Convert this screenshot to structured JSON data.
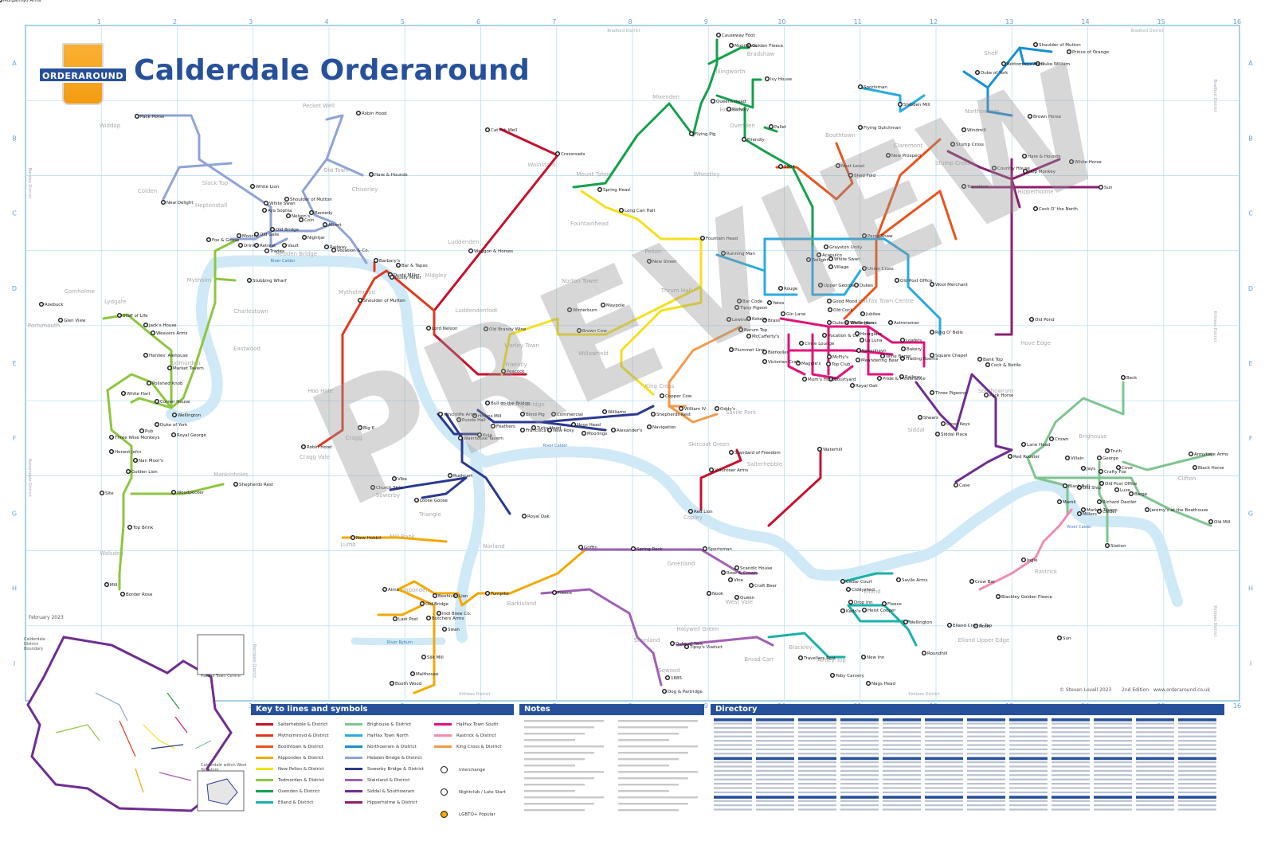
{
  "title": "Calderdale Orderaround",
  "logo_text": "ORDERAROUND",
  "watermark": "PREVIEW",
  "date": "February 2023",
  "credit": "© Steven Lovell 2023",
  "edition": "2nd Edition",
  "website": "www.orderaround.co.uk",
  "grid": {
    "cols": [
      "1",
      "2",
      "3",
      "4",
      "5",
      "6",
      "7",
      "8",
      "9",
      "10",
      "11",
      "12",
      "13",
      "14",
      "15",
      "16"
    ],
    "rows": [
      "A",
      "B",
      "C",
      "D",
      "E",
      "F",
      "G",
      "H",
      "I"
    ]
  },
  "border_labels": {
    "top_left": "Bradford District",
    "top_right": "Bradford District",
    "left_upper": "Burnley District",
    "left_lower": "Rossendale District",
    "right_upper": "Bradford District",
    "right_mid": "Kirklees District",
    "right_lower": "Kirklees District",
    "bottom_left": "Kirklees District",
    "bottom_right": "Kirklees District",
    "inner": "Rochdale District"
  },
  "rivers": [
    "River Calder",
    "River Calder",
    "River Calder",
    "River Ryburn"
  ],
  "areas": [
    "Widdop",
    "Colden",
    "Slack Top",
    "Heptonstall",
    "Pecket Well",
    "Old Town",
    "Chiserley",
    "Hebden Bridge",
    "Mytholm",
    "Charlestown",
    "Eastwood",
    "Cornholme",
    "Lydgate",
    "Portsmouth",
    "Todmorden",
    "Hoo Hole",
    "Cragg",
    "Cragg Vale",
    "Mytholmroyd",
    "Midgley",
    "Luddenden",
    "Luddendenfoot",
    "Mount Tabor",
    "Wainstalls",
    "Fountainhead",
    "Norton Tower",
    "Warley Town",
    "Willowfield",
    "Friendly",
    "Sowerby Bridge",
    "Sowerby",
    "Triangle",
    "Norland",
    "Mill Bank",
    "Lumb",
    "Ripponden",
    "Barkisland",
    "Greetland",
    "West Vale",
    "Holywell Green",
    "Stainland",
    "Sowood",
    "Broad Carr",
    "Mixenden",
    "Illingworth",
    "Holmfield",
    "Ovenden",
    "Bradshaw",
    "Boothtown",
    "Wheatley",
    "Claremont",
    "Northowram",
    "Shelf",
    "Stump Cross",
    "Hipperholme",
    "Hove Edge",
    "Brighouse",
    "Clifton",
    "Rastrick",
    "Elland",
    "Elland Upper Edge",
    "Blackley",
    "Ainley Top",
    "Southowram",
    "Siddal",
    "Skircoat Green",
    "Salterhebble",
    "Savile Park",
    "Copley",
    "Halifax Town Centre",
    "King Cross",
    "Pellon",
    "Mankinholes",
    "Walsden",
    "Thrum Hall"
  ],
  "key_title": "Key to lines and symbols",
  "key_items": [
    {
      "label": "Salterhebble & District",
      "color": "#c8102e"
    },
    {
      "label": "Mytholmroyd & District",
      "color": "#e03a1e"
    },
    {
      "label": "Boothtown & District",
      "color": "#e8541c"
    },
    {
      "label": "Ripponden & District",
      "color": "#f2a900"
    },
    {
      "label": "New Pellon & District",
      "color": "#f4e01c"
    },
    {
      "label": "Todmorden & District",
      "color": "#8dc63f"
    },
    {
      "label": "Ovenden & District",
      "color": "#14a04b"
    },
    {
      "label": "Elland & District",
      "color": "#1ab0a8"
    },
    {
      "label": "Brighouse & District",
      "color": "#7fc48f"
    },
    {
      "label": "Halifax Town North",
      "color": "#2aa9e0"
    },
    {
      "label": "Northowram & District",
      "color": "#1a8fd6"
    },
    {
      "label": "Hebden Bridge & District",
      "color": "#8fa3d6"
    },
    {
      "label": "Sowerby Bridge & District",
      "color": "#2b3990"
    },
    {
      "label": "Stainland & District",
      "color": "#a05fb4"
    },
    {
      "label": "Siddal & Southowram",
      "color": "#6f2c91"
    },
    {
      "label": "Hipperholme & District",
      "color": "#8b1f6e"
    },
    {
      "label": "Halifax Town South",
      "color": "#e0137a"
    },
    {
      "label": "Rastrick & District",
      "color": "#f08cb4"
    },
    {
      "label": "King Cross & District",
      "color": "#f29a4a"
    },
    {
      "label": "Interchange",
      "color": "#000000"
    },
    {
      "label": "Nightclub / Late Start",
      "color": "#000000"
    },
    {
      "label": "LGBTQ+ Popular",
      "color": "#000000"
    }
  ],
  "notes_title": "Notes",
  "directory_title": "Directory",
  "inset": {
    "district_label": "Calderdale District Boundary",
    "town_label": "Halifax Town Centre",
    "wy_label": "Calderdale within West Yorkshire"
  },
  "stations": [
    {
      "name": "Causeway Foot"
    },
    {
      "name": "Golden Fleece"
    },
    {
      "name": "Moorlands"
    },
    {
      "name": "Ivy House"
    },
    {
      "name": "Queens Head"
    },
    {
      "name": "Railway"
    },
    {
      "name": "Pallet"
    },
    {
      "name": "Friendly"
    },
    {
      "name": "Flying Pig"
    },
    {
      "name": "Sportsman"
    },
    {
      "name": "Shibden Mill"
    },
    {
      "name": "Duke of York"
    },
    {
      "name": "Bottomleys Arms"
    },
    {
      "name": "Duke William"
    },
    {
      "name": "Shoulder of Mutton"
    },
    {
      "name": "Prince of Orange"
    },
    {
      "name": "Windmill"
    },
    {
      "name": "Brown Horse"
    },
    {
      "name": "Flying Dutchman"
    },
    {
      "name": "New Prospect"
    },
    {
      "name": "Stump Cross"
    },
    {
      "name": "Country House"
    },
    {
      "name": "Hare & Hounds"
    },
    {
      "name": "White Horse"
    },
    {
      "name": "Hop Monkey"
    },
    {
      "name": "Travellers"
    },
    {
      "name": "Sun"
    },
    {
      "name": "Cock O' the North"
    },
    {
      "name": "1904"
    },
    {
      "name": "Next Level"
    },
    {
      "name": "Shed Fold"
    },
    {
      "name": "Cat I'th Well"
    },
    {
      "name": "Crossroads"
    },
    {
      "name": "Spring Head"
    },
    {
      "name": "Long Can Hall"
    },
    {
      "name": "Fountain Head"
    },
    {
      "name": "New Street"
    },
    {
      "name": "Running Man"
    },
    {
      "name": "Percy Shaw"
    },
    {
      "name": "Grayston Unity"
    },
    {
      "name": "Acapulco"
    },
    {
      "name": "Twilight"
    },
    {
      "name": "White Swan"
    },
    {
      "name": "Village"
    },
    {
      "name": "Union Cross"
    },
    {
      "name": "Dukes"
    },
    {
      "name": "Old Post Office"
    },
    {
      "name": "Wool Merchant"
    },
    {
      "name": "Rouge"
    },
    {
      "name": "Upper George"
    },
    {
      "name": "Bar Code"
    },
    {
      "name": "Yates"
    },
    {
      "name": "Tipsy Pigeon"
    },
    {
      "name": "Good Mood"
    },
    {
      "name": "Old Cock"
    },
    {
      "name": "Jubilee"
    },
    {
      "name": "Lewins"
    },
    {
      "name": "Koko's"
    },
    {
      "name": "Barum Top"
    },
    {
      "name": "Brass"
    },
    {
      "name": "McCafferty's"
    },
    {
      "name": "Gin Lane"
    },
    {
      "name": "Duke of Wellington"
    },
    {
      "name": "White Horse"
    },
    {
      "name": "Astronomer"
    },
    {
      "name": "Vocation & Co."
    },
    {
      "name": "Hourglass"
    },
    {
      "name": "La Luna"
    },
    {
      "name": "Loafers"
    },
    {
      "name": "Ring O' Bells"
    },
    {
      "name": "Circle Lounge"
    },
    {
      "name": "Plummet Line"
    },
    {
      "name": "Bierkeller"
    },
    {
      "name": "Kobenhavn"
    },
    {
      "name": "Bakery"
    },
    {
      "name": "Victorian Craft"
    },
    {
      "name": "Maggie's"
    },
    {
      "name": "McFly's"
    },
    {
      "name": "Top Club"
    },
    {
      "name": "Meandering Bear"
    },
    {
      "name": "Wine Barrel"
    },
    {
      "name": "Trading Rooms"
    },
    {
      "name": "Square Chapel"
    },
    {
      "name": "Mum's House"
    },
    {
      "name": "Courtyard"
    },
    {
      "name": "Royal Oak"
    },
    {
      "name": "Pride & Provenance"
    },
    {
      "name": "Railway"
    },
    {
      "name": "Dusty Miller"
    },
    {
      "name": "Old Pond"
    },
    {
      "name": "Bank Top"
    },
    {
      "name": "Cock & Bottle"
    },
    {
      "name": "Three Pigeons"
    },
    {
      "name": "Pack Horse"
    },
    {
      "name": "Shears"
    },
    {
      "name": "Cross Keys"
    },
    {
      "name": "Siddal Place"
    },
    {
      "name": "Waterhill"
    },
    {
      "name": "Lane Head"
    },
    {
      "name": "Red Rooster"
    },
    {
      "name": "Crown"
    },
    {
      "name": "Villain"
    },
    {
      "name": "Jays"
    },
    {
      "name": "Crafty Fox"
    },
    {
      "name": "George"
    },
    {
      "name": "Cove"
    },
    {
      "name": "Truth"
    },
    {
      "name": "Beck"
    },
    {
      "name": "Armytage Arms"
    },
    {
      "name": "Black Horse"
    },
    {
      "name": "Black Bull"
    },
    {
      "name": "Old Ship"
    },
    {
      "name": "Old Post Office"
    },
    {
      "name": "Richard Oastler"
    },
    {
      "name": "Luxe"
    },
    {
      "name": "Barge"
    },
    {
      "name": "Jeremy's at the Boathouse"
    },
    {
      "name": "Calder"
    },
    {
      "name": "Market Tavern"
    },
    {
      "name": "Millers"
    },
    {
      "name": "Mamil"
    },
    {
      "name": "Station"
    },
    {
      "name": "Old Mill"
    },
    {
      "name": "Case"
    },
    {
      "name": "Pack Horse"
    },
    {
      "name": "Robin Hood"
    },
    {
      "name": "White Lion"
    },
    {
      "name": "Hare & Hounds"
    },
    {
      "name": "Shoulder of Mutton"
    },
    {
      "name": "White Swan"
    },
    {
      "name": "Aya Sophia"
    },
    {
      "name": "Remedy"
    },
    {
      "name": "Nelson's"
    },
    {
      "name": "Coin"
    },
    {
      "name": "Old Gate"
    },
    {
      "name": "Old Bridge"
    },
    {
      "name": "Albert"
    },
    {
      "name": "Mooch"
    },
    {
      "name": "Fox & Goose"
    },
    {
      "name": "Drink"
    },
    {
      "name": "Retreat"
    },
    {
      "name": "Trades"
    },
    {
      "name": "Vault"
    },
    {
      "name": "Nightjar"
    },
    {
      "name": "Railway"
    },
    {
      "name": "Vocation & Co."
    },
    {
      "name": "New Delight"
    },
    {
      "name": "Barbary's"
    },
    {
      "name": "Bar & Tapas"
    },
    {
      "name": "Dusty Miller"
    },
    {
      "name": "Shoulder of Mutton"
    },
    {
      "name": "Stubbing Wharf"
    },
    {
      "name": "Roebuck"
    },
    {
      "name": "Glen View"
    },
    {
      "name": "Staff of Life"
    },
    {
      "name": "Jack's House"
    },
    {
      "name": "Weavers Arms"
    },
    {
      "name": "Hanlies' Alehouse"
    },
    {
      "name": "Market Tavern"
    },
    {
      "name": "Polished Knob"
    },
    {
      "name": "White Hart"
    },
    {
      "name": "Corner House"
    },
    {
      "name": "Wellington"
    },
    {
      "name": "Duke of York"
    },
    {
      "name": "Pub"
    },
    {
      "name": "Royal George"
    },
    {
      "name": "Three Wise Monkeys"
    },
    {
      "name": "Honest John"
    },
    {
      "name": "Nan Moor's"
    },
    {
      "name": "Golden Lion"
    },
    {
      "name": "Site"
    },
    {
      "name": "Woodpecker"
    },
    {
      "name": "Shepherds Rest"
    },
    {
      "name": "Top Brink"
    },
    {
      "name": "Mill"
    },
    {
      "name": "Border Rose"
    },
    {
      "name": "Waggon & Horses"
    },
    {
      "name": "Lord Nelson"
    },
    {
      "name": "Old Brandy Wine"
    },
    {
      "name": "Winterburn"
    },
    {
      "name": "Maypole"
    },
    {
      "name": "Brown Cow"
    },
    {
      "name": "Peacock"
    },
    {
      "name": "Copper Cow"
    },
    {
      "name": "William IV"
    },
    {
      "name": "Oddy's"
    },
    {
      "name": "Big 6"
    },
    {
      "name": "Robin Hood"
    },
    {
      "name": "Hinchliffe Arms"
    },
    {
      "name": "Puzzle Hall"
    },
    {
      "name": "Hollins Mill"
    },
    {
      "name": "Bull on the Bridge"
    },
    {
      "name": "Blind Pig"
    },
    {
      "name": "Commercial"
    },
    {
      "name": "Williams"
    },
    {
      "name": "Shepherds Rest"
    },
    {
      "name": "Feathers"
    },
    {
      "name": "Francisca"
    },
    {
      "name": "Turks Head"
    },
    {
      "name": "New Rosy"
    },
    {
      "name": "Hogs Head"
    },
    {
      "name": "Moorings"
    },
    {
      "name": "Alexander's"
    },
    {
      "name": "Navigation"
    },
    {
      "name": "Wainhouse Tavern"
    },
    {
      "name": "Kuja"
    },
    {
      "name": "Vibe"
    },
    {
      "name": "Church Stile"
    },
    {
      "name": "Rushcart"
    },
    {
      "name": "Loose Goose"
    },
    {
      "name": "Royal Oak"
    },
    {
      "name": "New Hobbit"
    },
    {
      "name": "Alma"
    },
    {
      "name": "Beehive"
    },
    {
      "name": "Lion"
    },
    {
      "name": "Old Bridge"
    },
    {
      "name": "Indi Brew Co."
    },
    {
      "name": "Last Post"
    },
    {
      "name": "Butchers Arms"
    },
    {
      "name": "Swan"
    },
    {
      "name": "Silk Mill"
    },
    {
      "name": "Malthouse"
    },
    {
      "name": "Booth Wood"
    },
    {
      "name": "Turnpike"
    },
    {
      "name": "Fleece"
    },
    {
      "name": "Griffin"
    },
    {
      "name": "Spring Rock"
    },
    {
      "name": "Sportsman"
    },
    {
      "name": "Rose & Crown"
    },
    {
      "name": "Scandic House"
    },
    {
      "name": "Vine"
    },
    {
      "name": "Craft Beer"
    },
    {
      "name": "Nook"
    },
    {
      "name": "Queen"
    },
    {
      "name": "Tipsy's Viaduct"
    },
    {
      "name": "Duke of York"
    },
    {
      "name": "1885"
    },
    {
      "name": "Dog & Partridge"
    },
    {
      "name": "New Inn"
    },
    {
      "name": "Nags Head"
    },
    {
      "name": "Toby Carvery"
    },
    {
      "name": "Cedar Court"
    },
    {
      "name": "Ciddyshed"
    },
    {
      "name": "Savile Arms"
    },
    {
      "name": "Drop Inn"
    },
    {
      "name": "Kado's"
    },
    {
      "name": "Heist Cooper"
    },
    {
      "name": "Fleece"
    },
    {
      "name": "Wellington"
    },
    {
      "name": "Elland Craft & Tap"
    },
    {
      "name": "Rock"
    },
    {
      "name": "Sun"
    },
    {
      "name": "Roundhill"
    },
    {
      "name": "Travellers Rest"
    },
    {
      "name": "Blackley Golden Fleece"
    },
    {
      "name": "Crow Bar"
    },
    {
      "name": "Ingle"
    },
    {
      "name": "Red Lion"
    },
    {
      "name": "Volunteer Arms"
    },
    {
      "name": "Standard of Freedom"
    },
    {
      "name": "Murgatroyd Arms"
    }
  ]
}
